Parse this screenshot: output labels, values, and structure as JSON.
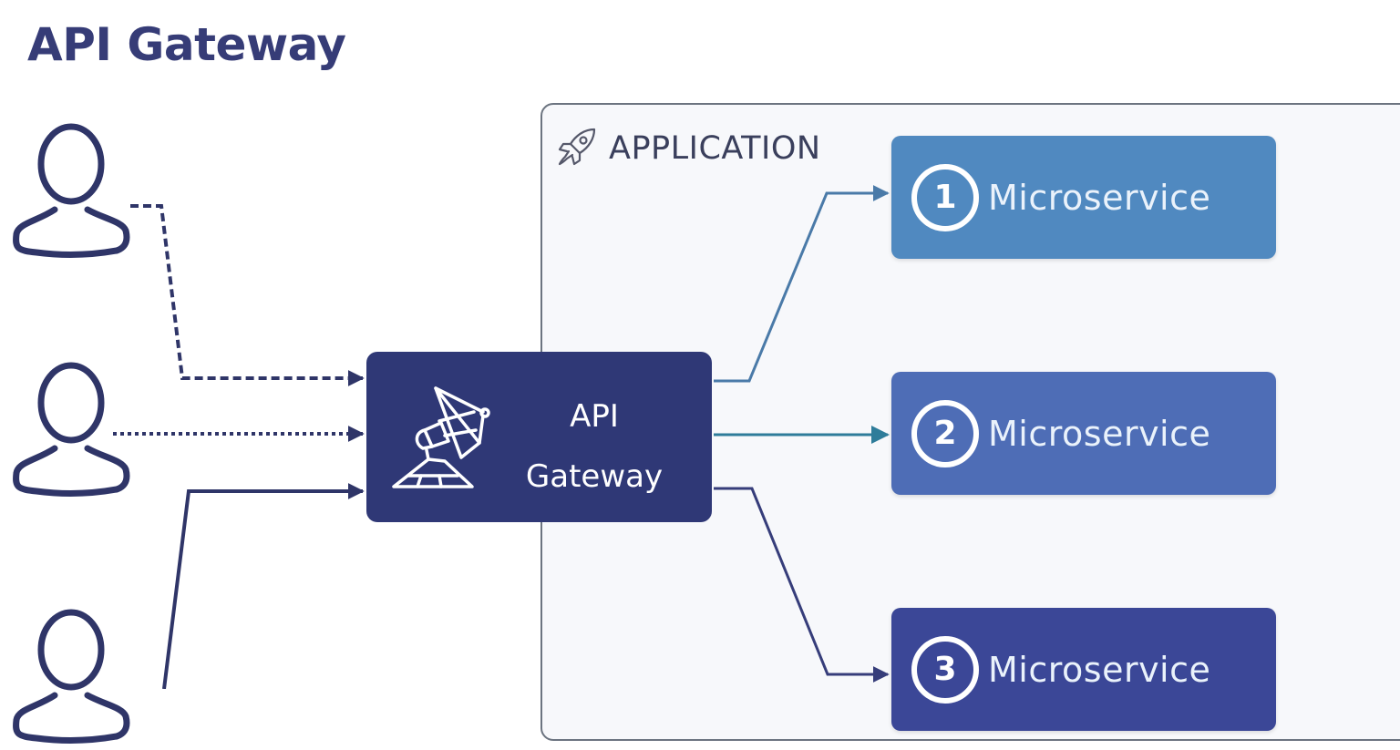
{
  "title": "API Gateway",
  "application": {
    "label": "APPLICATION",
    "icon": "rocket-icon"
  },
  "gateway": {
    "line1": "API",
    "line2": "Gateway",
    "icon": "satellite-dish-icon"
  },
  "clients": [
    {
      "icon": "user-icon",
      "connection": "dashed"
    },
    {
      "icon": "user-icon",
      "connection": "dotted"
    },
    {
      "icon": "user-icon",
      "connection": "solid"
    }
  ],
  "microservices": [
    {
      "number": "1",
      "label": "Microservice",
      "color": "#5089c0"
    },
    {
      "number": "2",
      "label": "Microservice",
      "color": "#4e6db6"
    },
    {
      "number": "3",
      "label": "Microservice",
      "color": "#3b4797"
    }
  ],
  "colors": {
    "primary_dark": "#2f3876",
    "title": "#363c77",
    "route_1": "#4a7aa8",
    "route_2": "#2e7c9a",
    "route_3": "#363d7a"
  }
}
